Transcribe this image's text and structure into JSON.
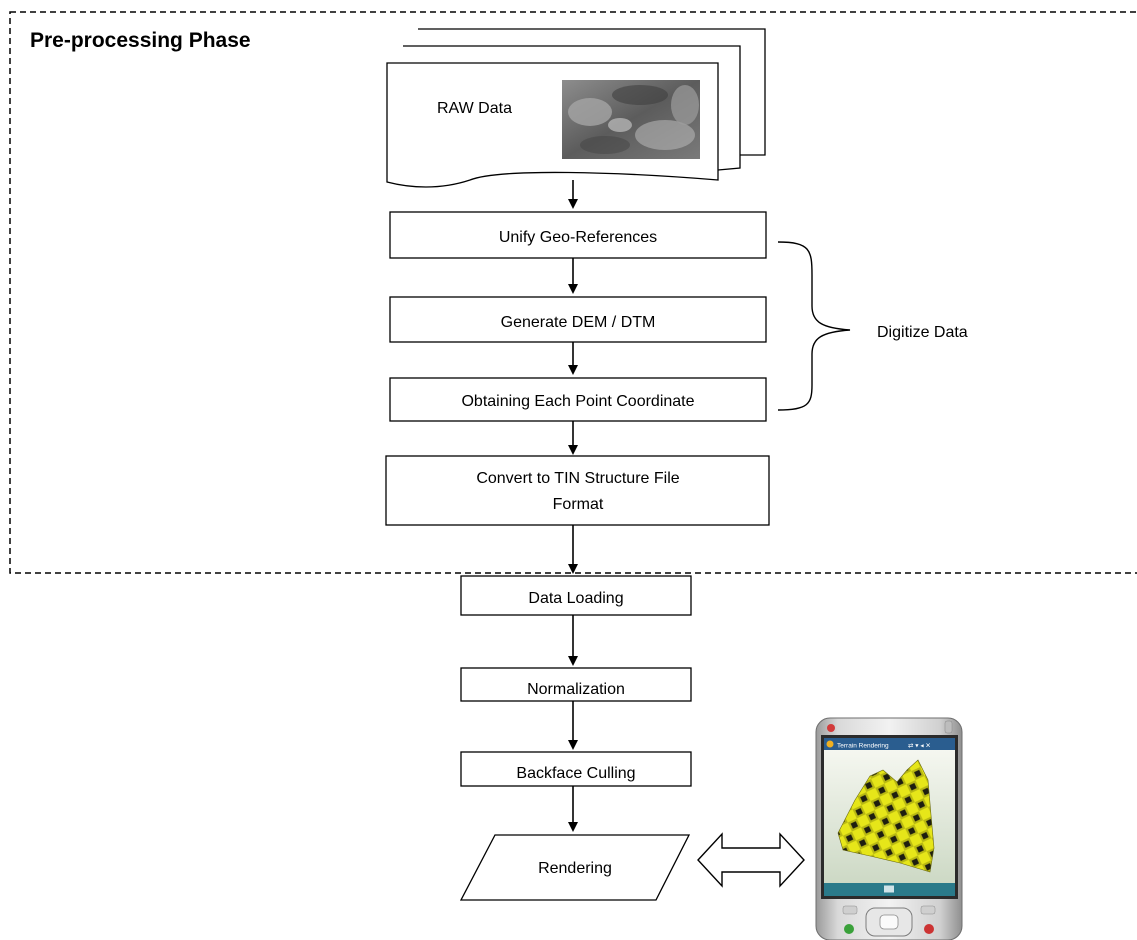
{
  "phase_title": "Pre-processing Phase",
  "raw_data_label": "RAW Data",
  "steps": {
    "unify": "Unify Geo-References",
    "generate": "Generate DEM / DTM",
    "obtain": "Obtaining Each Point Coordinate",
    "convert_line1": "Convert to TIN Structure File",
    "convert_line2": "Format",
    "loading": "Data Loading",
    "normalization": "Normalization",
    "culling": "Backface Culling",
    "rendering": "Rendering"
  },
  "digitize_label": "Digitize Data",
  "device": {
    "title_bar": "Terrain Rendering",
    "model_color": "#e6e619",
    "screen_bg": "#dfe8d8",
    "title_bar_color": "#2a5d8f"
  }
}
